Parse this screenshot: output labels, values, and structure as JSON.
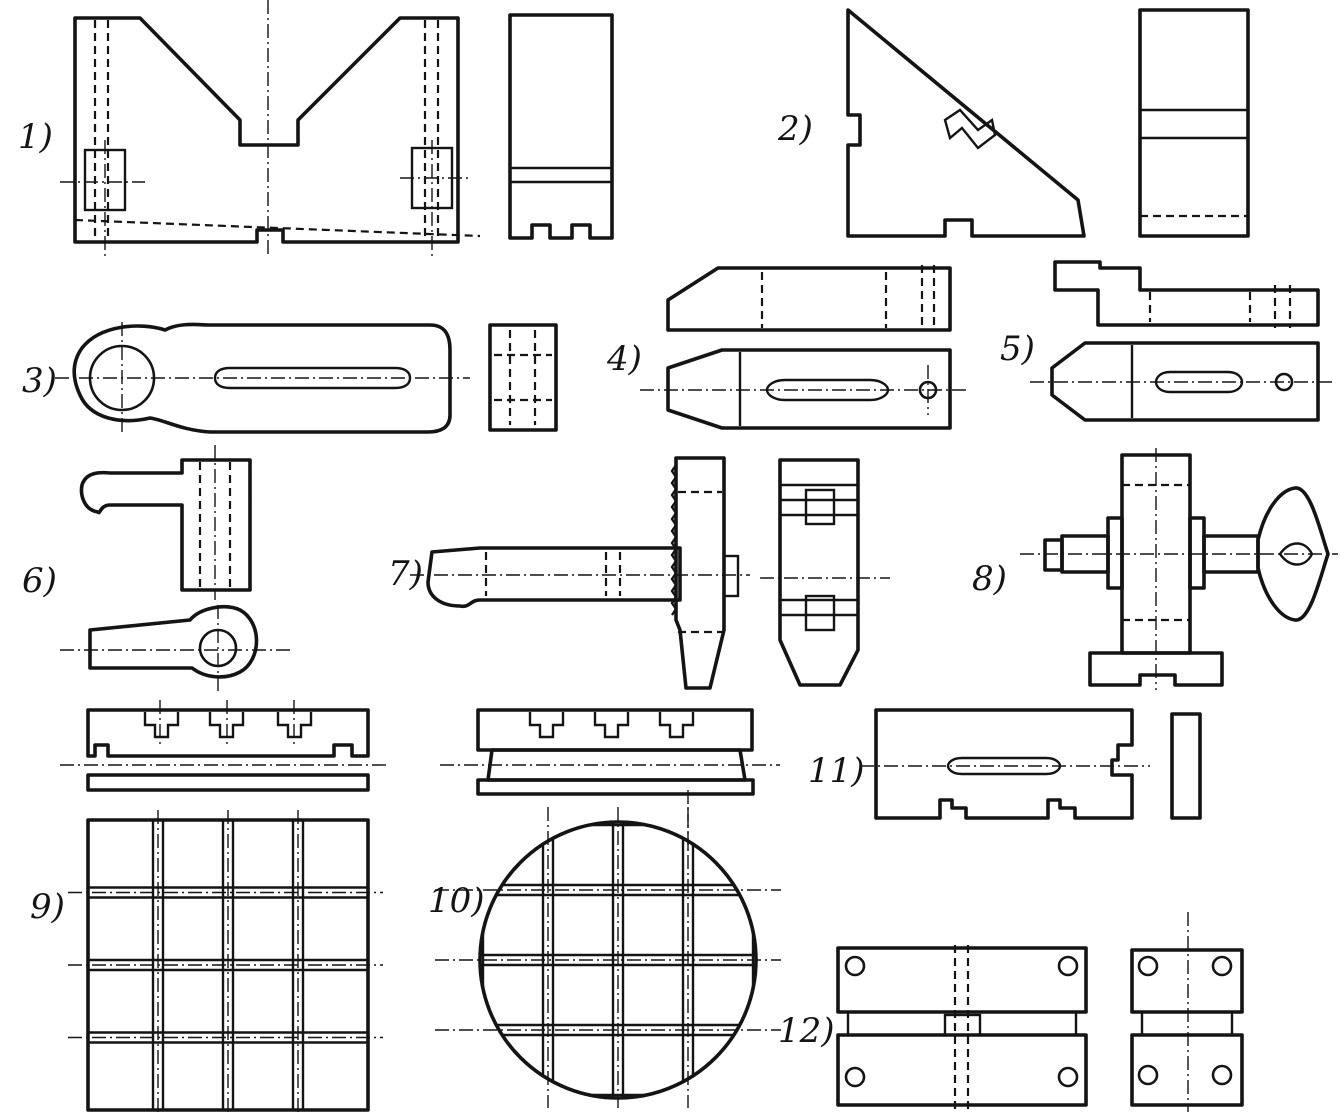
{
  "figure_labels": [
    "1)",
    "2)",
    "3)",
    "4)",
    "5)",
    "6)",
    "7)",
    "8)",
    "9)",
    "10)",
    "11)",
    "12)"
  ],
  "colors": {
    "ink": "#141414",
    "paper": "#ffffff"
  }
}
